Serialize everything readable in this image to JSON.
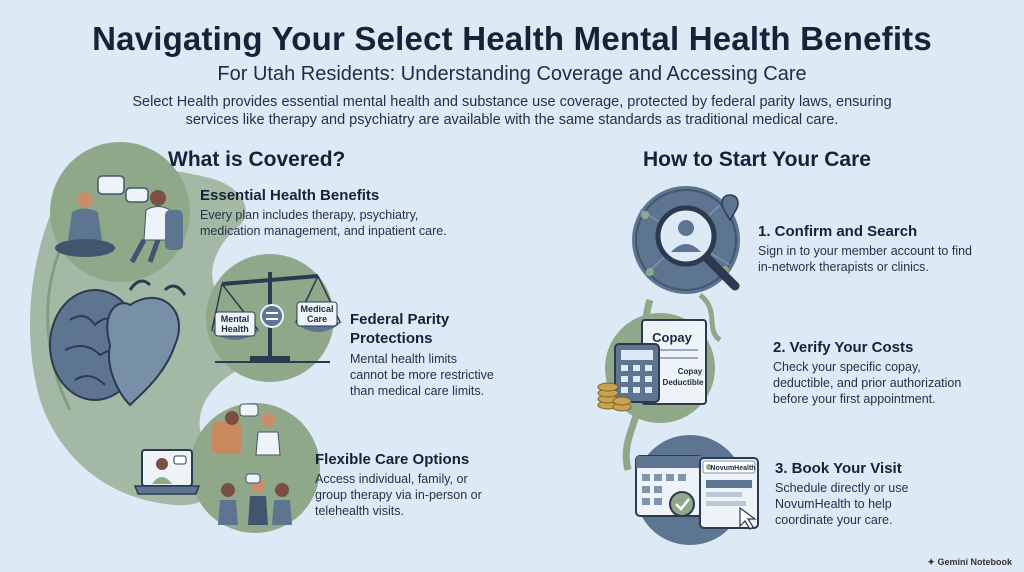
{
  "header": {
    "title": "Navigating Your Select Health Mental Health Benefits",
    "subtitle": "For Utah Residents: Understanding Coverage and Accessing Care",
    "intro": "Select Health provides essential mental health and substance use coverage, protected by federal parity laws, ensuring services like therapy and psychiatry are available with the same standards as traditional medical care."
  },
  "covered": {
    "heading": "What is Covered?",
    "items": [
      {
        "title": "Essential Health Benefits",
        "desc_lines": [
          "Every plan includes therapy, psychiatry,",
          "medication management, and inpatient care."
        ]
      },
      {
        "title_lines": [
          "Federal Parity",
          "Protections"
        ],
        "desc_lines": [
          "Mental health limits",
          "cannot be more restrictive",
          "than medical care limits."
        ],
        "scale_left": [
          "Mental",
          "Health"
        ],
        "scale_right": [
          "Medical",
          "Care"
        ]
      },
      {
        "title": "Flexible Care Options",
        "desc_lines": [
          "Access individual, family, or",
          "group therapy via in-person or",
          "telehealth visits."
        ]
      }
    ]
  },
  "start": {
    "heading": "How to Start Your Care",
    "steps": [
      {
        "title": "1. Confirm and Search",
        "desc_lines": [
          "Sign in to your member account to find",
          "in-network therapists or clinics."
        ]
      },
      {
        "title": "2. Verify Your Costs",
        "desc_lines": [
          "Check your specific copay,",
          "deductible, and prior authorization",
          "before your first appointment."
        ],
        "doc_title": "Copay",
        "doc_lines": [
          "Copay",
          "Deductible"
        ]
      },
      {
        "title": "3. Book Your Visit",
        "desc_lines": [
          "Schedule directly or use",
          "NovumHealth to help",
          "coordinate your care."
        ],
        "logo": "NovumHealth"
      }
    ]
  },
  "footer": {
    "watermark": "Gemini Notebook"
  },
  "colors": {
    "background": "#dde9f5",
    "sage": "#8fa88a",
    "slate": "#5d7590",
    "navy": "#1d2a3f"
  }
}
